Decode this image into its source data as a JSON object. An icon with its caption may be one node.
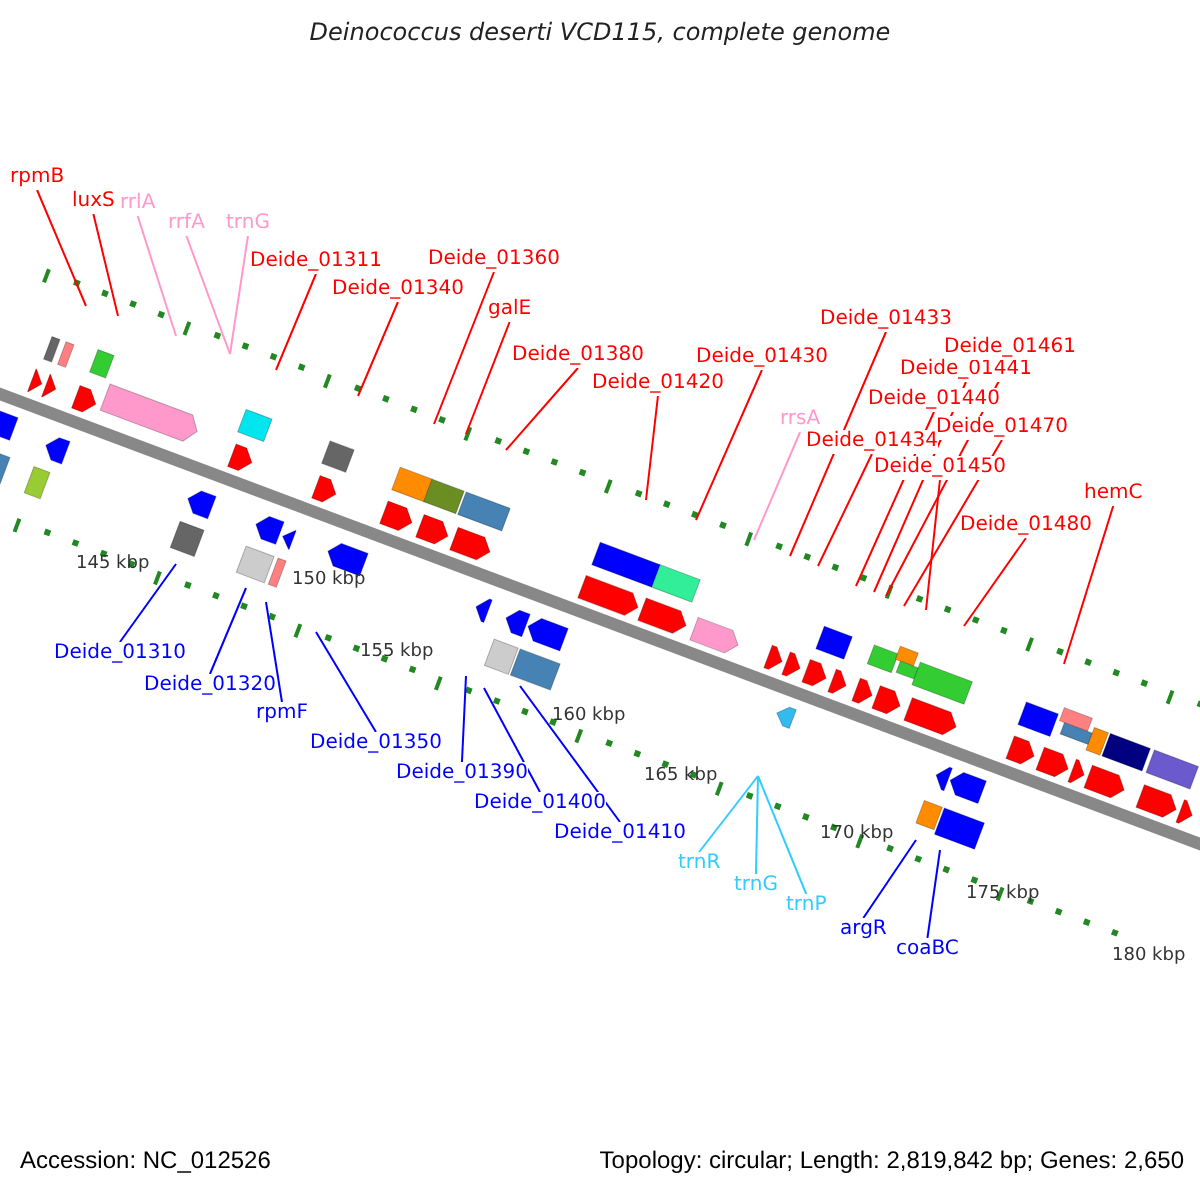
{
  "diagram": {
    "title": "Deinococcus deserti VCD115, complete genome",
    "nodes": [
      {
        "text": [
          "rpmB"
        ]
      },
      {
        "text": [
          "luxS"
        ]
      },
      {
        "text": [
          "rrlA"
        ]
      },
      {
        "text": [
          "rrfA"
        ]
      },
      {
        "text": [
          "trnG"
        ]
      },
      {
        "text": [
          "Deide_01311"
        ]
      },
      {
        "text": [
          "Deide_01340"
        ]
      },
      {
        "text": [
          "Deide_01360"
        ]
      },
      {
        "text": [
          "galE"
        ]
      },
      {
        "text": [
          "Deide_01380"
        ]
      },
      {
        "text": [
          "Deide_01420"
        ]
      },
      {
        "text": [
          "Deide_01430"
        ]
      },
      {
        "text": [
          "rrsA"
        ]
      },
      {
        "text": [
          "Deide_01433"
        ]
      },
      {
        "text": [
          "Deide_01434"
        ]
      },
      {
        "text": [
          "Deide_01440"
        ]
      },
      {
        "text": [
          "Deide_01441"
        ]
      },
      {
        "text": [
          "Deide_01461"
        ]
      },
      {
        "text": [
          "Deide_01470"
        ]
      },
      {
        "text": [
          "Deide_01450"
        ]
      },
      {
        "text": [
          "Deide_01480"
        ]
      },
      {
        "text": [
          "hemC"
        ]
      },
      {
        "text": [
          "Deide_01310"
        ]
      },
      {
        "text": [
          "Deide_01320"
        ]
      },
      {
        "text": [
          "rpmF"
        ]
      },
      {
        "text": [
          "Deide_01350"
        ]
      },
      {
        "text": [
          "Deide_01390"
        ]
      },
      {
        "text": [
          "Deide_01400"
        ]
      },
      {
        "text": [
          "Deide_01410"
        ]
      },
      {
        "text": [
          "trnR"
        ]
      },
      {
        "text": [
          "trnG"
        ]
      },
      {
        "text": [
          "trnP"
        ]
      },
      {
        "text": [
          "argR"
        ]
      },
      {
        "text": [
          "coaBC"
        ]
      }
    ],
    "edges": [
      {
        "from": 0,
        "to": null,
        "arrow": "none"
      },
      {
        "from": 1,
        "to": null,
        "arrow": "none"
      },
      {
        "from": 2,
        "to": null,
        "arrow": "none",
        "color": "#ff99cc"
      },
      {
        "from": 3,
        "to": null,
        "arrow": "none",
        "color": "#ff99cc"
      },
      {
        "from": 4,
        "to": null,
        "arrow": "none",
        "color": "#ff99cc"
      },
      {
        "from": 5,
        "to": null,
        "arrow": "none"
      },
      {
        "from": 6,
        "to": null,
        "arrow": "none"
      },
      {
        "from": 7,
        "to": null,
        "arrow": "none"
      },
      {
        "from": 8,
        "to": null,
        "arrow": "none"
      },
      {
        "from": 9,
        "to": null,
        "arrow": "none"
      },
      {
        "from": 10,
        "to": null,
        "arrow": "none"
      },
      {
        "from": 11,
        "to": null,
        "arrow": "none"
      },
      {
        "from": 12,
        "to": null,
        "arrow": "none",
        "color": "#ff99cc"
      },
      {
        "from": 13,
        "to": null,
        "arrow": "none"
      },
      {
        "from": 14,
        "to": null,
        "arrow": "none"
      },
      {
        "from": 15,
        "to": null,
        "arrow": "none"
      },
      {
        "from": 16,
        "to": null,
        "arrow": "none"
      },
      {
        "from": 17,
        "to": null,
        "arrow": "none"
      },
      {
        "from": 18,
        "to": null,
        "arrow": "none"
      },
      {
        "from": 19,
        "to": null,
        "arrow": "none"
      },
      {
        "from": 20,
        "to": null,
        "arrow": "none"
      },
      {
        "from": 21,
        "to": null,
        "arrow": "none"
      },
      {
        "from": 22,
        "to": null,
        "arrow": "none",
        "color": "#0000ff"
      },
      {
        "from": 23,
        "to": null,
        "arrow": "none",
        "color": "#0000ff"
      },
      {
        "from": 24,
        "to": null,
        "arrow": "none",
        "color": "#0000ff"
      },
      {
        "from": 25,
        "to": null,
        "arrow": "none",
        "color": "#0000ff"
      },
      {
        "from": 26,
        "to": null,
        "arrow": "none",
        "color": "#0000ff"
      },
      {
        "from": 27,
        "to": null,
        "arrow": "none",
        "color": "#0000ff"
      },
      {
        "from": 28,
        "to": null,
        "arrow": "none",
        "color": "#0000ff"
      },
      {
        "from": 29,
        "to": null,
        "arrow": "none",
        "color": "#33ccff"
      },
      {
        "from": 30,
        "to": null,
        "arrow": "none",
        "color": "#33ccff"
      },
      {
        "from": 31,
        "to": null,
        "arrow": "none",
        "color": "#33ccff"
      },
      {
        "from": 32,
        "to": null,
        "arrow": "none",
        "color": "#0000ff"
      },
      {
        "from": 33,
        "to": null,
        "arrow": "none",
        "color": "#0000ff"
      }
    ],
    "labels": [
      "145 kbp",
      "150 kbp",
      "155 kbp",
      "160 kbp",
      "165 kbp",
      "170 kbp",
      "175 kbp",
      "180 kbp",
      "Accession: NC_012526",
      "Topology: circular; Length: 2,819,842 bp; Genes: 2,650"
    ]
  }
}
